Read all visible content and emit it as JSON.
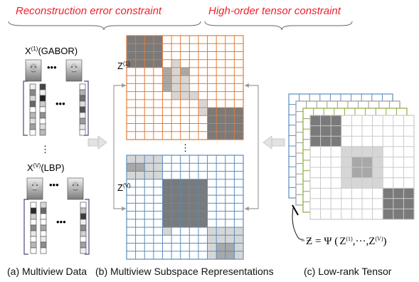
{
  "figure": {
    "labels": {
      "reconstruction": "Reconstruction error constraint",
      "high_order": "High-order tensor constraint",
      "x_first": "X",
      "x_first_sup": "(1)",
      "x_first_suffix": "(GABOR)",
      "x_last": "X",
      "x_last_sup": "(V)",
      "x_last_suffix": "(LBP)",
      "z_first": "Z",
      "z_first_sup": "(1)",
      "z_last": "Z",
      "z_last_sup": "(V)",
      "formula_lhs": "Ƶ",
      "formula_eq": "= Ψ (",
      "formula_z1": "Z",
      "formula_z1_sup": "(1)",
      "formula_dots": ",···,",
      "formula_zv": "Z",
      "formula_zv_sup": "(V)",
      "formula_close": ")"
    },
    "captions": {
      "a": "(a) Multiview Data",
      "b": "(b) Multiview Subspace Representations",
      "c": "(c) Low-rank Tensor"
    },
    "colors": {
      "orange": "#e07b39",
      "blue": "#5b8cbb",
      "green": "#8aaa3c",
      "red": "#ef1f2a",
      "dark": "#7a7a7a",
      "medium": "#a8a8a8",
      "light": "#d6d6d6",
      "arrow": "#bdbdbd"
    }
  }
}
